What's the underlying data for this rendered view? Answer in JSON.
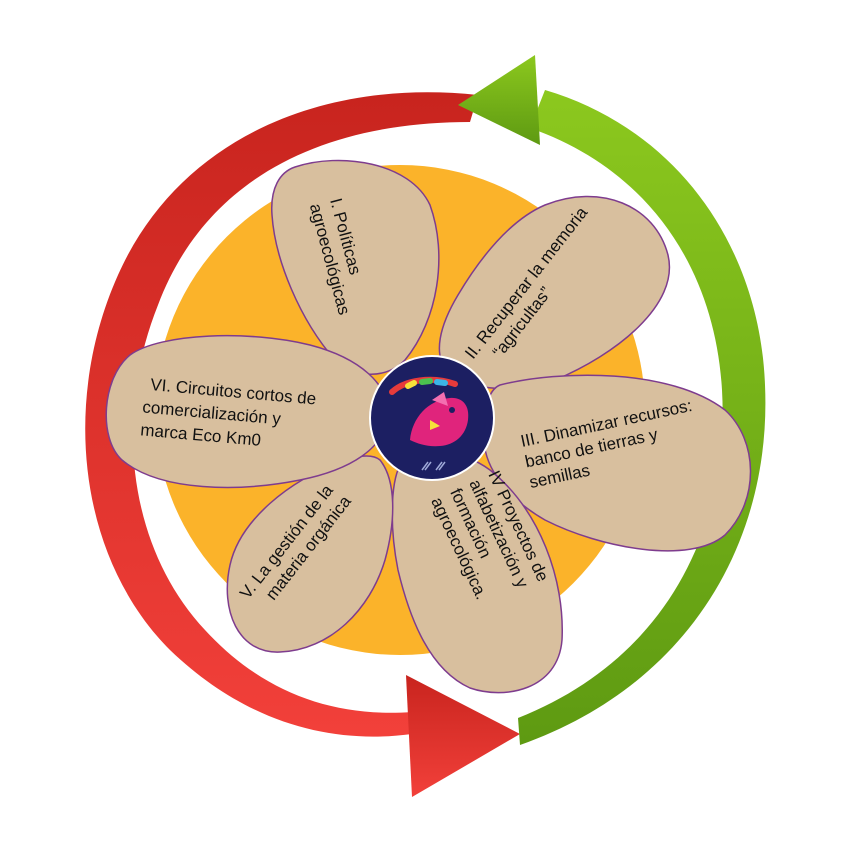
{
  "colors": {
    "sun": "#FBB32A",
    "petal_fill": "#D8BF9E",
    "petal_stroke": "#7E3C8E",
    "center_fill": "#1C1F62",
    "arrow_red_dark": "#C8241E",
    "arrow_red_light": "#F2403A",
    "arrow_green_light": "#8CC81E",
    "arrow_green_dark": "#5E9A12"
  },
  "center": {
    "icon": "goat-logo-icon"
  },
  "petals": [
    {
      "lines": [
        "I. Políticas",
        "agroecológicas"
      ]
    },
    {
      "lines": [
        "II. Recuperar la memoria",
        "“agricultas”"
      ]
    },
    {
      "lines": [
        "III. Dinamizar recursos:",
        "banco de tierras y",
        "semillas"
      ]
    },
    {
      "lines": [
        "IV Proyectos de",
        "alfabetización y",
        "formación",
        "agroecológica."
      ]
    },
    {
      "lines": [
        "V. La gestión de la",
        "materia orgánica"
      ]
    },
    {
      "lines": [
        "VI. Circuitos cortos de",
        "comercialización y",
        "marca Eco Km0"
      ]
    }
  ]
}
